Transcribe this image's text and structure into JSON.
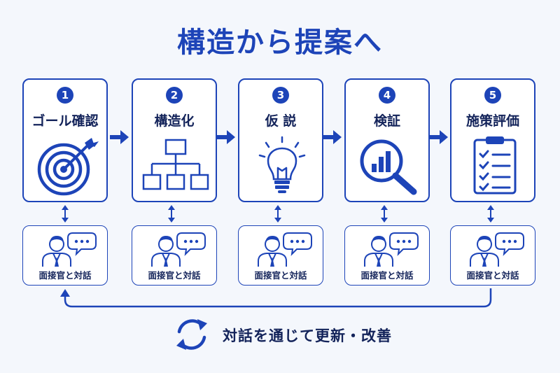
{
  "title": "構造から提案へ",
  "steps": [
    {
      "number": "1",
      "label": "ゴール確認",
      "icon": "target-icon"
    },
    {
      "number": "2",
      "label": "構造化",
      "icon": "hierarchy-icon"
    },
    {
      "number": "3",
      "label": "仮 説",
      "icon": "lightbulb-icon"
    },
    {
      "number": "4",
      "label": "検証",
      "icon": "magnifier-chart-icon"
    },
    {
      "number": "5",
      "label": "施策評価",
      "icon": "checklist-icon"
    }
  ],
  "interviewer_label": "面接官と対話",
  "cycle_text": "対話を通じて更新・改善",
  "colors": {
    "primary": "#1d44b8",
    "text": "#13235a",
    "background": "#f4f7fc"
  }
}
